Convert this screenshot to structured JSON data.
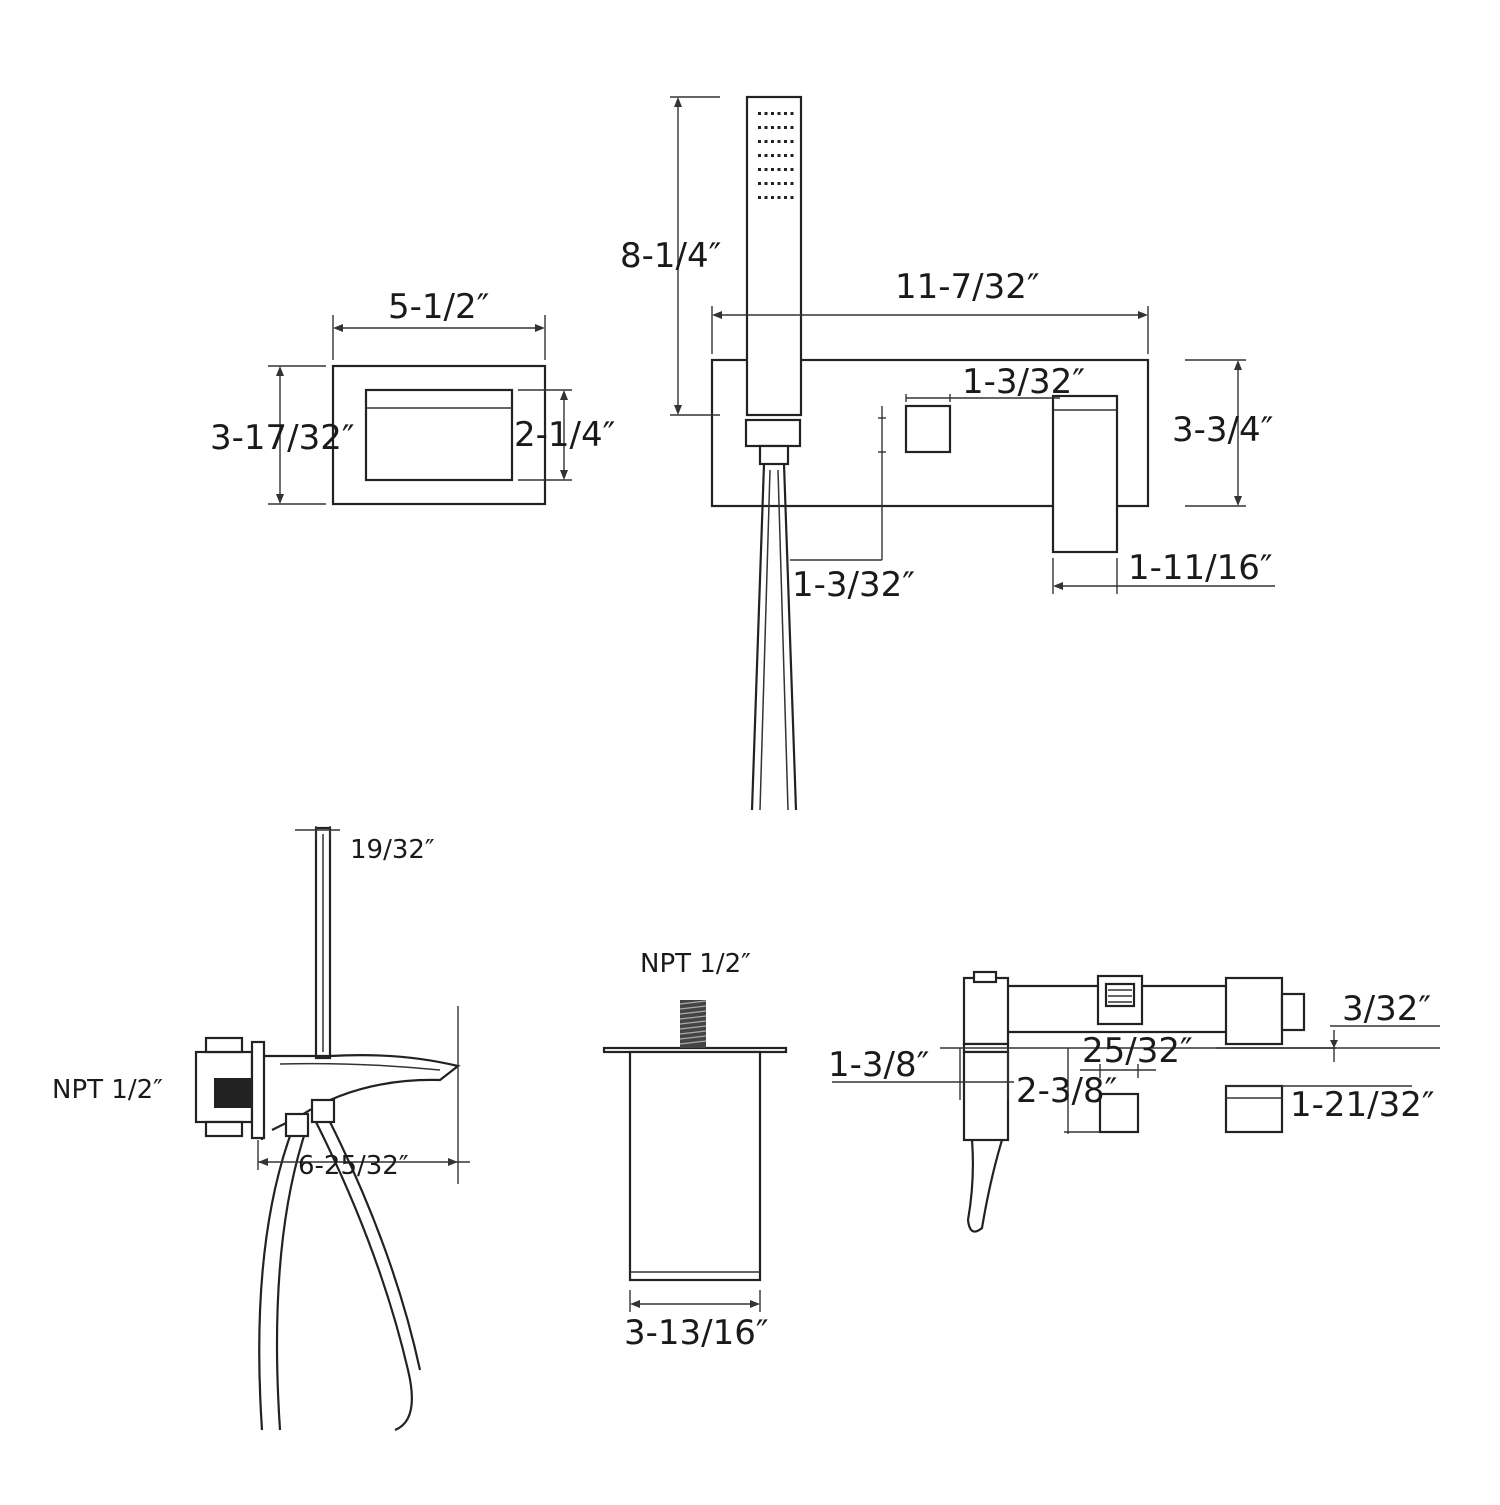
{
  "colors": {
    "background": "#ffffff",
    "line": "#222222",
    "text": "#1a1a1a"
  },
  "dimensions": {
    "spout_width": "5-1/2″",
    "spout_height": "3-17/32″",
    "spout_opening": "2-1/4″",
    "handshower_height": "8-1/4″",
    "plate_width": "11-7/32″",
    "diverter_width": "1-3/32″",
    "diverter_offset": "1-3/32″",
    "plate_height": "3-3/4″",
    "handle_width": "1-11/16″",
    "stem_width": "19/32″",
    "side_npt": "NPT 1/2″",
    "side_depth": "6-25/32″",
    "valve_npt": "NPT 1/2″",
    "valve_width": "3-13/16″",
    "top_left_depth": "1-3/8″",
    "top_center_small": "25/32″",
    "top_center_depth": "2-3/8″",
    "top_right_offset": "3/32″",
    "top_right_depth": "1-21/32″"
  }
}
